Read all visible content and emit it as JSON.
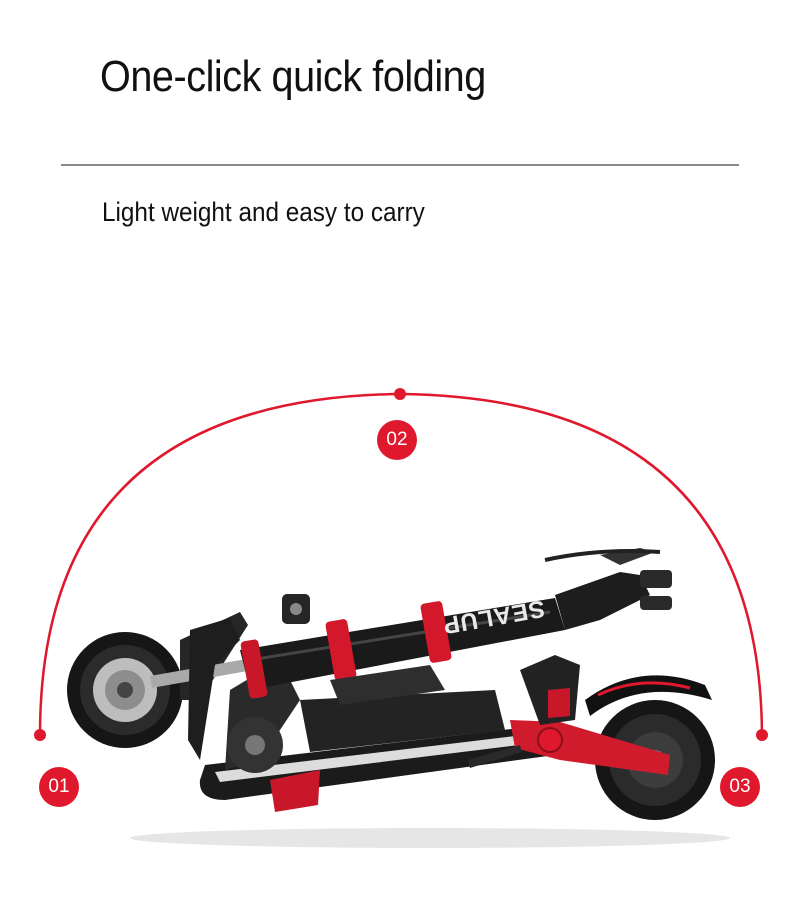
{
  "header": {
    "title": "One-click quick folding",
    "subtitle": "Light weight and easy to carry"
  },
  "steps": [
    {
      "label": "01"
    },
    {
      "label": "02"
    },
    {
      "label": "03"
    }
  ],
  "product": {
    "brand_text": "SEALUP",
    "image": "folded-electric-scooter"
  },
  "colors": {
    "accent": "#e0182d",
    "text": "#111111",
    "divider": "#8a8a8a"
  }
}
